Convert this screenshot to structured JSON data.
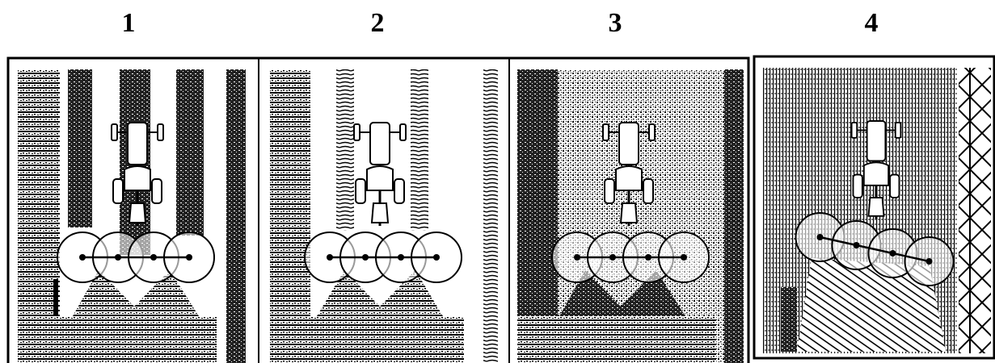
{
  "panel_labels": [
    "1",
    "2",
    "3",
    "4"
  ],
  "colors": {
    "ink": "#000000",
    "paper": "#ffffff",
    "grey": "#7a7a7a"
  },
  "icon_names": [
    "tractor-icon",
    "rake-wheel-icon",
    "crop-row-pattern",
    "windrow-pattern",
    "crosshatch-border-pattern"
  ]
}
